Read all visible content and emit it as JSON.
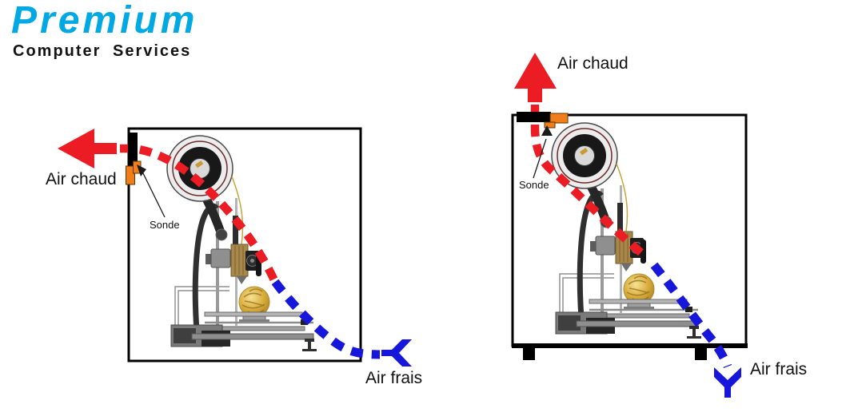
{
  "logo": {
    "brand": "Premium",
    "subtitle": "Computer  Services"
  },
  "diagram_left": {
    "hot_air_label": "Air chaud",
    "probe_label": "Sonde",
    "fresh_air_label": "Air frais",
    "hot_vent_position": "left-wall-top",
    "fresh_air_entry": "bottom-right"
  },
  "diagram_right": {
    "hot_air_label": "Air chaud",
    "probe_label": "Sonde",
    "fresh_air_label": "Air frais",
    "hot_vent_position": "top-wall-left",
    "fresh_air_entry": "bottom-right-under-cabinet"
  },
  "colors": {
    "hot_air_red": "#EC1C24",
    "fresh_air_blue": "#1717DC",
    "probe_orange": "#F07E1A",
    "brand_cyan": "#00A8E4",
    "enclosure_black": "#000000"
  },
  "icons": [
    "hot-air-arrow-left-icon",
    "hot-air-arrow-up-icon",
    "fresh-air-tail-icon",
    "vent-icon",
    "probe-icon",
    "pointer-arrow-icon"
  ]
}
